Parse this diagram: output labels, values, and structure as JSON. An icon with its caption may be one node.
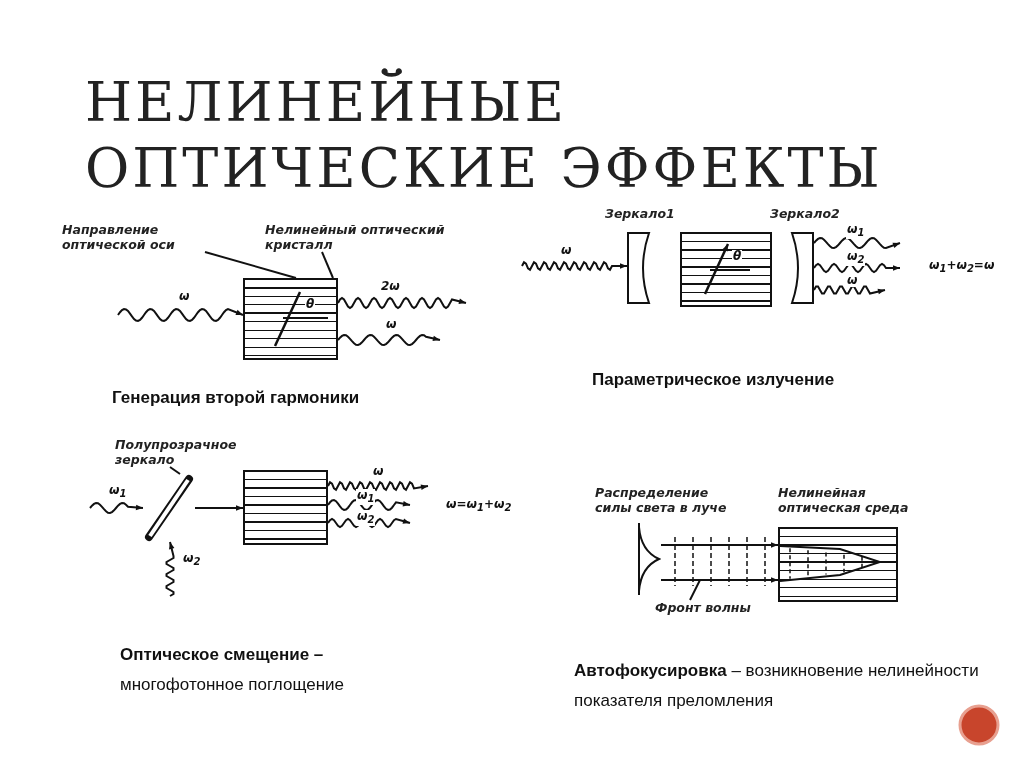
{
  "diagram": {
    "title": "НЕЛИНЕЙНЫЕ ОПТИЧЕСКИЕ ЭФФЕКТЫ",
    "nodes": [
      {
        "text": [
          "Направление оптической оси"
        ]
      },
      {
        "text": [
          "θ"
        ]
      },
      {
        "text": [
          "Нелинейный оптический кристалл"
        ]
      },
      {
        "text": [
          "Зеркало1"
        ]
      },
      {
        "text": [
          "θ"
        ]
      },
      {
        "text": [
          "Зеркало2"
        ]
      },
      {
        "text": [
          "Полупрозрачное зеркало"
        ]
      },
      {
        "text": [],
        "shape": "bar"
      },
      {
        "text": [],
        "shape": "box"
      },
      {
        "text": [],
        "shape": "curve"
      },
      {
        "text": [
          "Нелинейная оптическая среда"
        ]
      },
      {
        "text": [
          "Фронт волны"
        ]
      }
    ],
    "edges": [
      {
        "from": 0,
        "to": 1,
        "arrow": "none"
      },
      {
        "from": 2,
        "to": 1,
        "arrow": "none"
      },
      {
        "from": null,
        "to": 1,
        "arrow": "to",
        "label": "ω"
      },
      {
        "from": 1,
        "to": null,
        "arrow": "to",
        "label": "2ω"
      },
      {
        "from": 1,
        "to": null,
        "arrow": "to",
        "label": "ω"
      },
      {
        "from": null,
        "to": 3,
        "arrow": "to",
        "label": "ω"
      },
      {
        "from": 5,
        "to": null,
        "arrow": "to",
        "label": "ω$_{1}$"
      },
      {
        "from": 5,
        "to": null,
        "arrow": "to",
        "label": "ω$_{2}$"
      },
      {
        "from": 5,
        "to": null,
        "arrow": "to",
        "label": "ω"
      },
      {
        "from": 6,
        "to": 7,
        "arrow": "none"
      },
      {
        "from": null,
        "to": 7,
        "arrow": "to",
        "label": "ω$_{1}$"
      },
      {
        "from": null,
        "to": 7,
        "arrow": "to",
        "label": "ω$_{2}$"
      },
      {
        "from": 7,
        "to": 8,
        "arrow": "to"
      },
      {
        "from": 8,
        "to": null,
        "arrow": "to",
        "label": "ω"
      },
      {
        "from": 8,
        "to": null,
        "arrow": "to",
        "label": "ω$_{1}$"
      },
      {
        "from": 8,
        "to": null,
        "arrow": "to",
        "label": "ω$_{2}$"
      },
      {
        "from": 9,
        "to": 10,
        "arrow": "to"
      },
      {
        "from": 9,
        "to": 10,
        "arrow": "to"
      },
      {
        "from": 11,
        "to": null,
        "arrow": "none"
      }
    ],
    "labels": [
      "ω$_{1}$+ω$_{2}$=ω",
      "Параметрическое излучение",
      "Генерация второй гармоники",
      "Распределение силы света в луче",
      "ω=ω$_{1}$+ω$_{2}$",
      "**Оптическое смещение –** многофотонное поглощение",
      "**Автофокусировка** – возникновение нелинейности показателя преломления"
    ]
  }
}
